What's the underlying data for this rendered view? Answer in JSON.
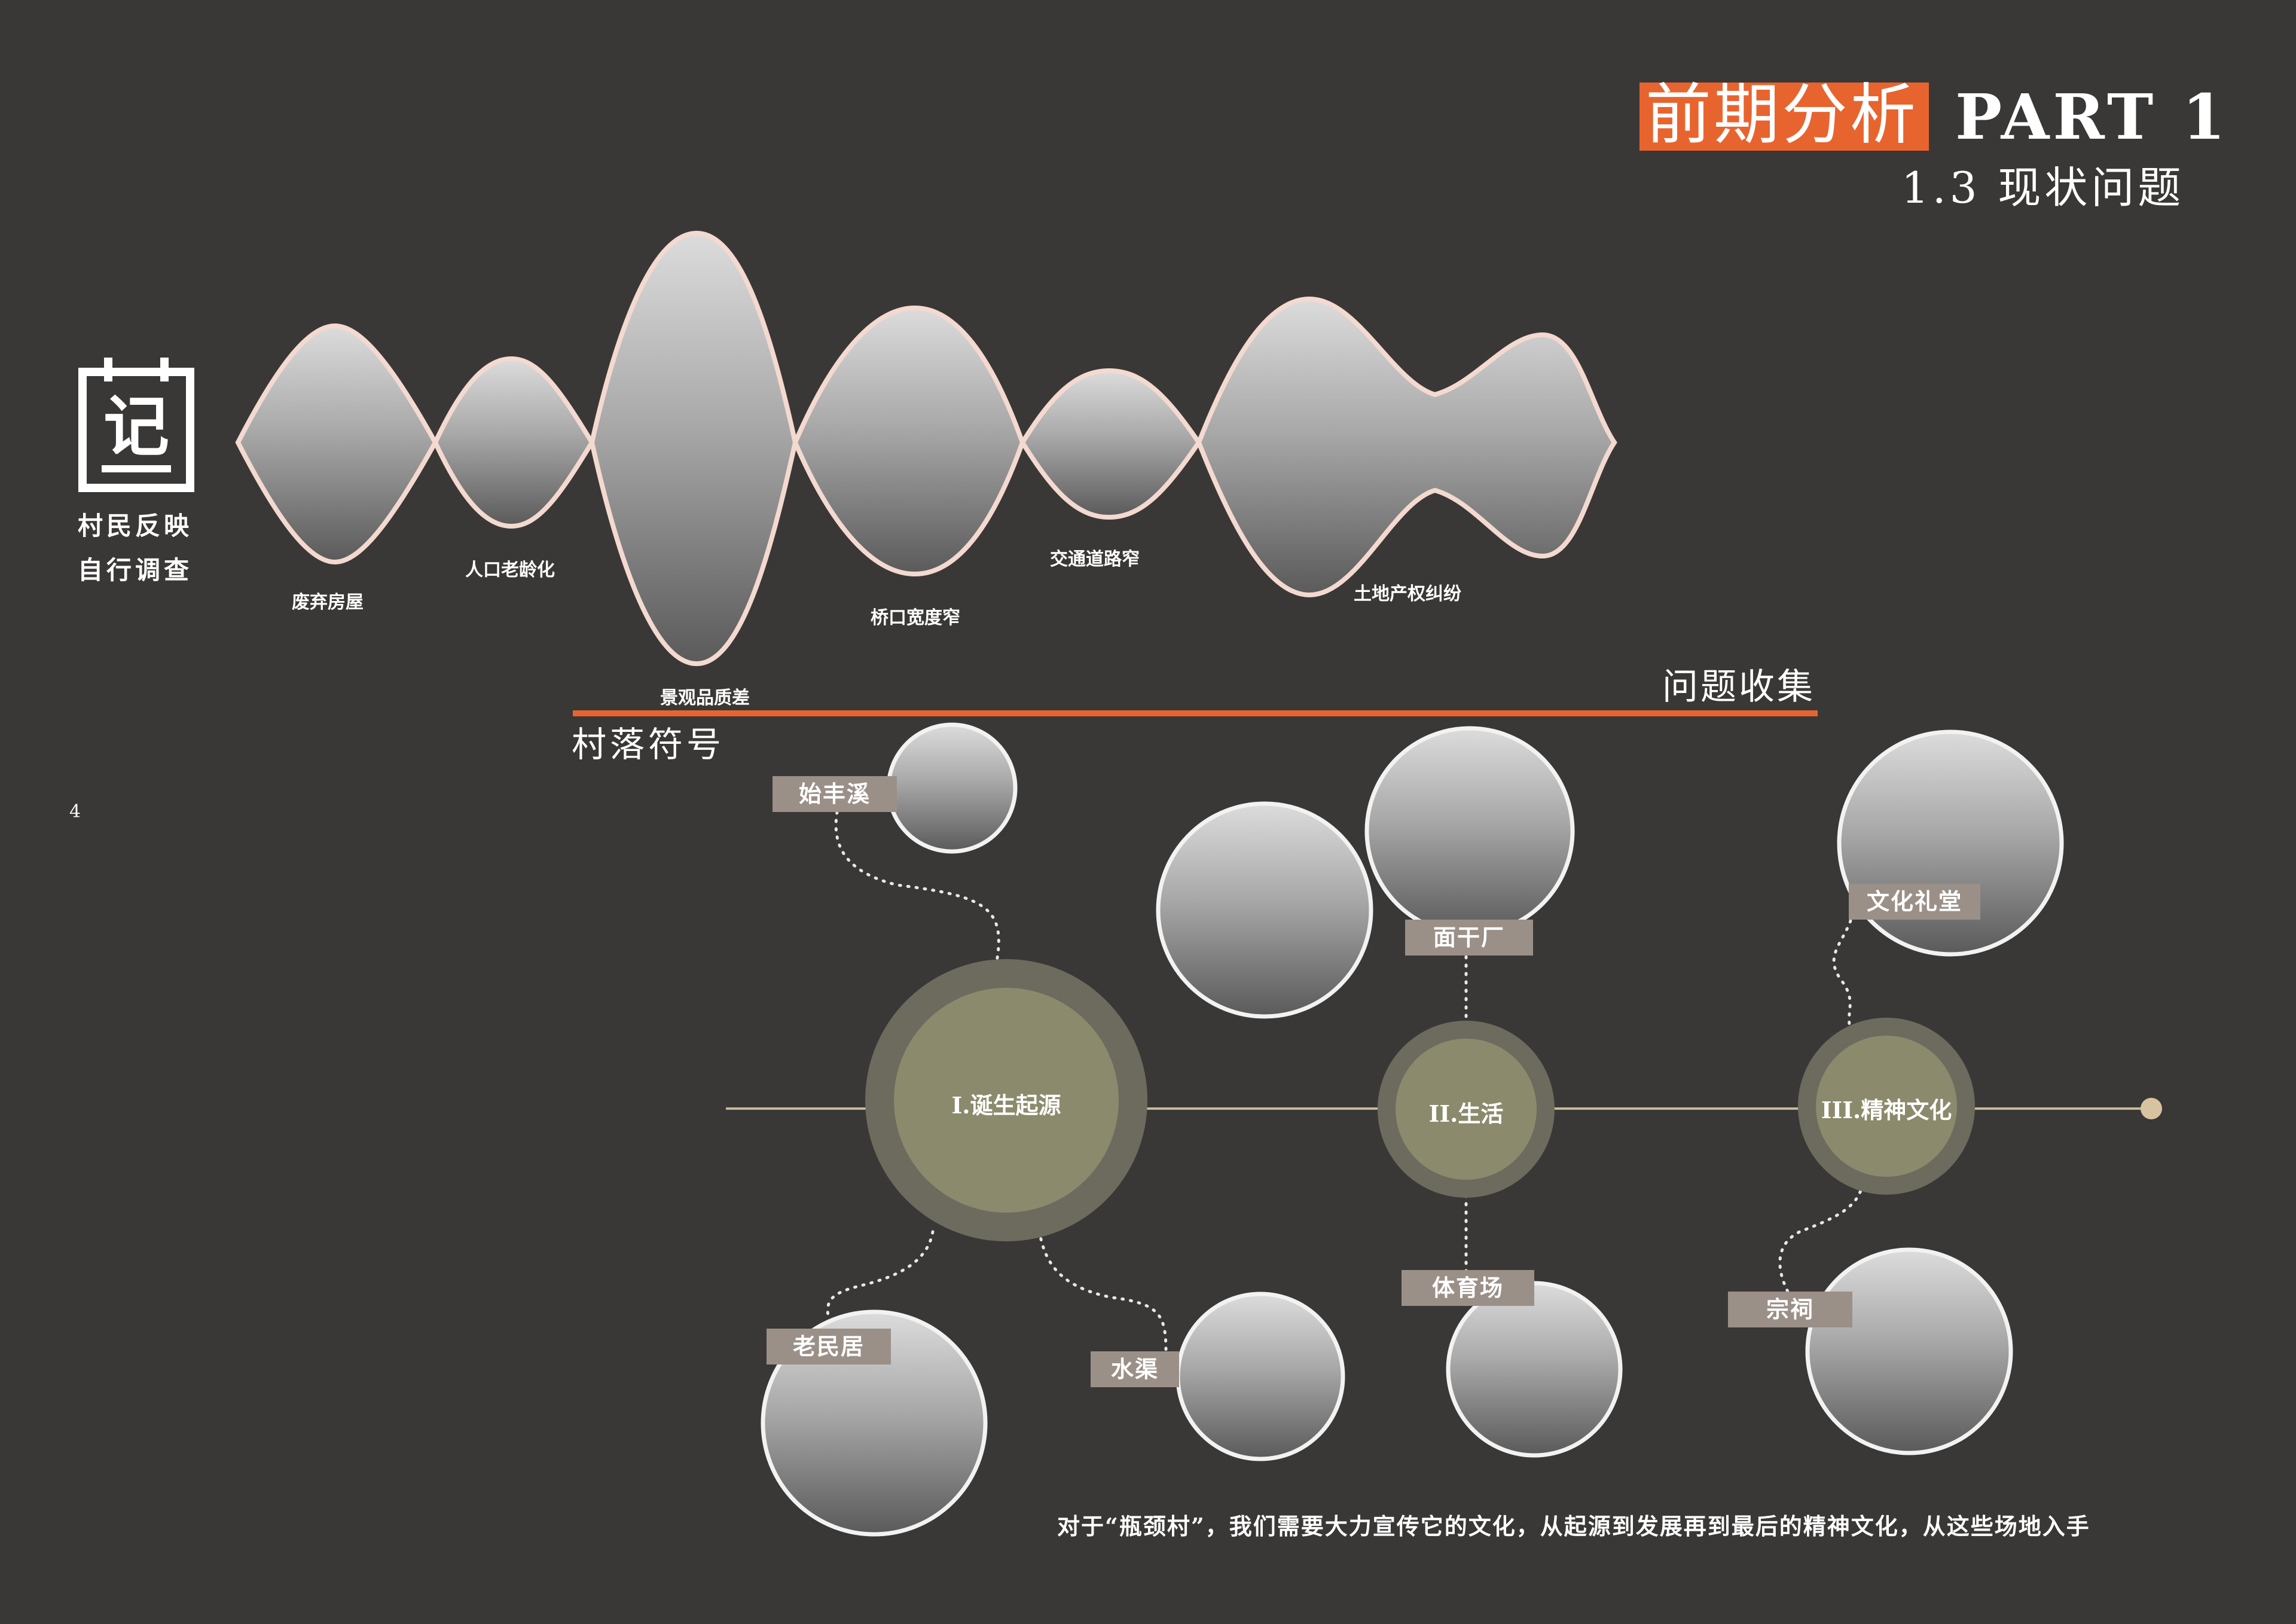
{
  "header": {
    "title_cn": "前期分析",
    "title_en": "PART 1",
    "subtitle": "1.3  现状问题",
    "accent": "#e8642f"
  },
  "page_number": "4",
  "sidebar": {
    "icon": "note-icon",
    "glyph": "记",
    "caption_line1": "村民反映",
    "caption_line2": "自行调查"
  },
  "wave_labels": [
    "废弃房屋",
    "人口老龄化",
    "景观品质差",
    "桥口宽度窄",
    "交通道路窄",
    "土地产权纠纷"
  ],
  "collect_label": "问题收集",
  "symbols_label": "村落符号",
  "timeline": {
    "nodes": [
      "I.诞生起源",
      "II.生活",
      "III.精神文化"
    ],
    "tags": [
      "始丰溪",
      "老民居",
      "水渠",
      "面干厂",
      "体育场",
      "文化礼堂",
      "宗祠"
    ]
  },
  "bottom_text": "对于“瓶颈村”，我们需要大力宣传它的文化，从起源到发展再到最后的精神文化，从这些场地入手"
}
